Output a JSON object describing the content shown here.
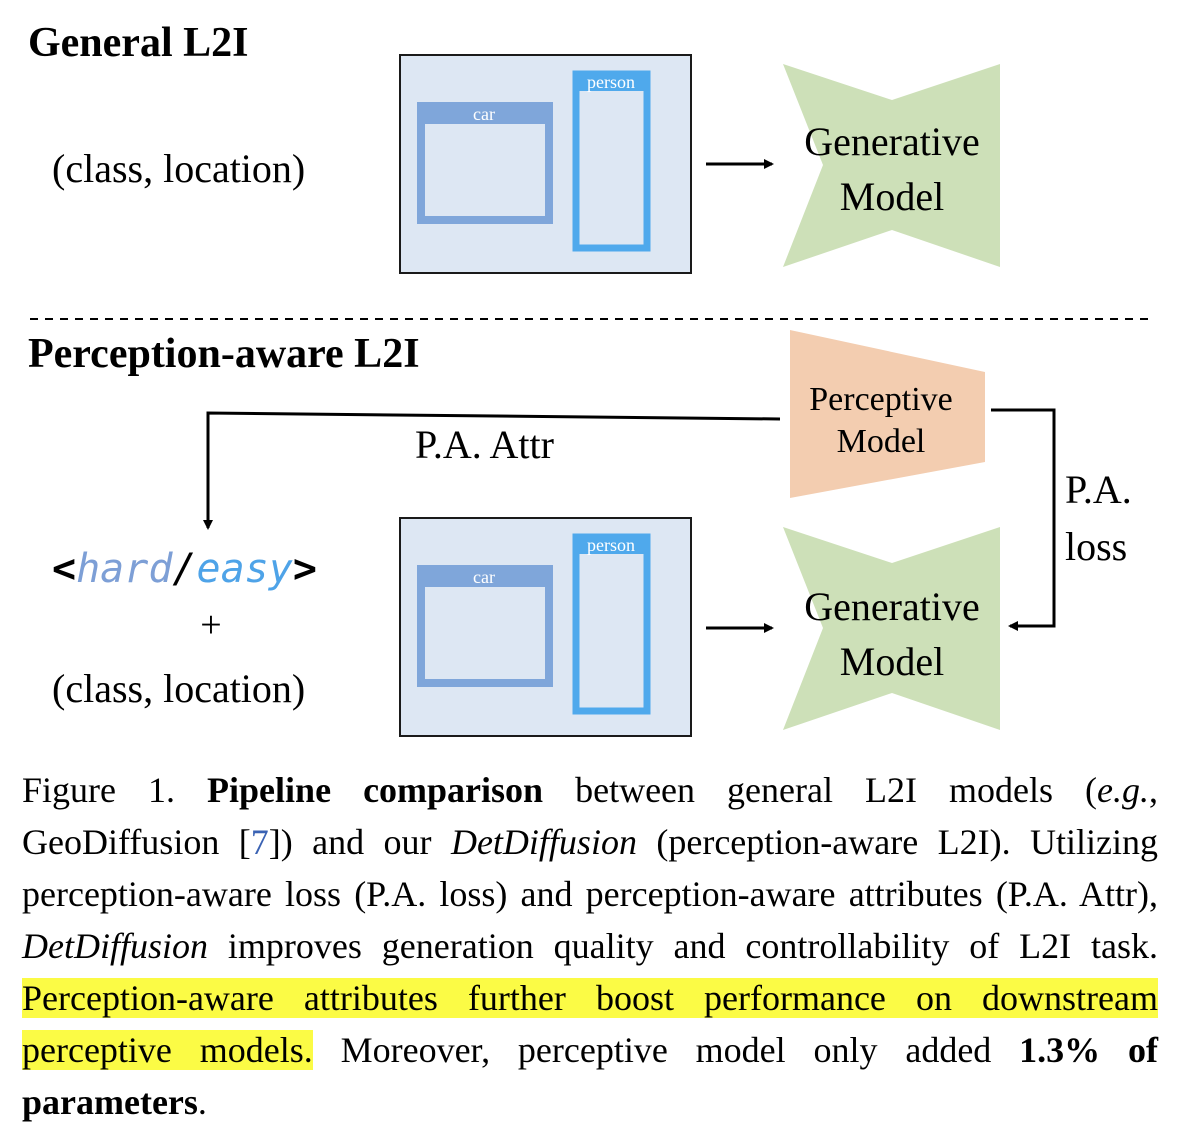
{
  "top": {
    "heading": "General L2I",
    "input_label": "(class, location)",
    "box_car_label": "car",
    "box_person_label": "person",
    "model_line1": "Generative",
    "model_line2": "Model"
  },
  "bottom": {
    "heading": "Perception-aware L2I",
    "perceptive_line1": "Perceptive",
    "perceptive_line2": "Model",
    "pa_attr_label": "P.A. Attr",
    "pa_loss_line1": "P.A.",
    "pa_loss_line2": "loss",
    "token_open": "<",
    "token_hard": "hard",
    "token_slash": "/",
    "token_easy": "easy",
    "token_close": ">",
    "plus": "+",
    "input_label": "(class, location)",
    "box_car_label": "car",
    "box_person_label": "person",
    "model_line1": "Generative",
    "model_line2": "Model"
  },
  "colors": {
    "layout_bg": "#dde7f3",
    "car_box": "#7fa6da",
    "person_box": "#4fa9ec",
    "generative_model": "#cde0b8",
    "perceptive_model": "#f3cdb0",
    "token_hard": "#7d9fd6",
    "token_easy": "#4ea3e8",
    "highlight": "#fbfb45"
  },
  "caption": {
    "prefix": "Figure 1. ",
    "bold1": "Pipeline comparison",
    "t1": " between general L2I models (",
    "eg": "e.g.",
    "t2": ", GeoDiffusion [",
    "ref": "7",
    "t3": "]) and our ",
    "name1": "DetDiffusion",
    "t4": " (perception-aware L2I). Utilizing perception-aware loss (P.A. loss) and perception-aware attributes (P.A. Attr), ",
    "name2": "DetDiffusion",
    "t5": " improves generation quality and controllability of L2I task. ",
    "highlight": "Perception-aware attributes further boost performance on downstream perceptive models.",
    "t6": " Moreover, perceptive model only added ",
    "bold2": "1.3% of parameters",
    "t7": "."
  }
}
